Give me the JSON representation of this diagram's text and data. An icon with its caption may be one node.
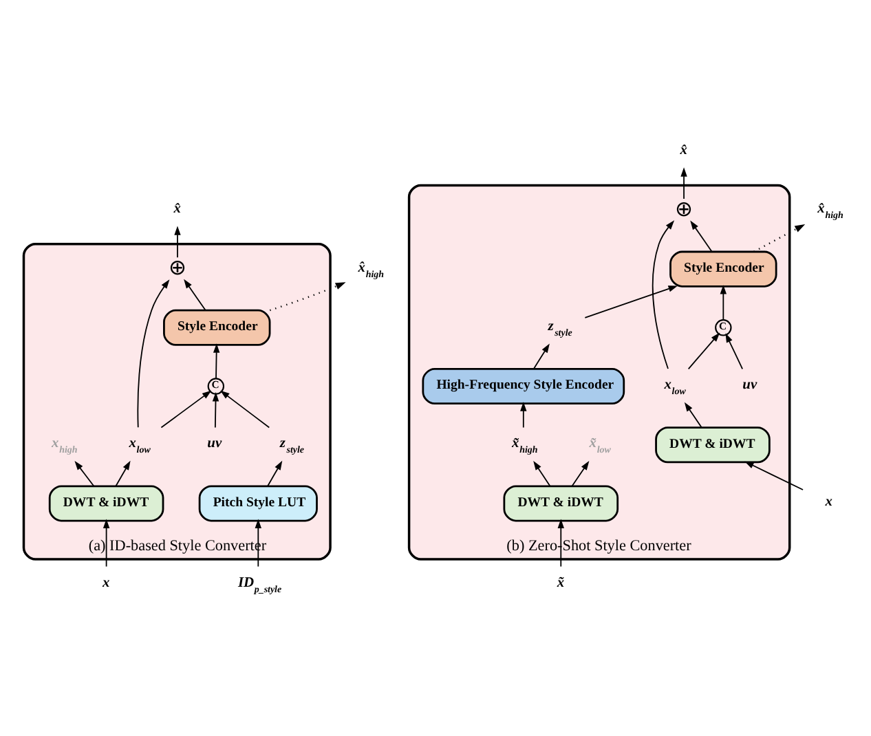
{
  "diagram": {
    "nodes": [
      {
        "text": [
          "(a) ID-based Style Converter"
        ]
      },
      {
        "text": [
          "x̂$_{high}$"
        ]
      },
      {
        "text": [
          "x̂"
        ]
      },
      {
        "text": [
          "⊕"
        ],
        "in": 0
      },
      {
        "text": [
          "Style Encoder"
        ],
        "in": 0
      },
      {
        "text": [
          "C"
        ],
        "in": 0
      },
      {
        "text": [
          "uv"
        ],
        "in": 0
      },
      {
        "text": [
          "x$_{low}$"
        ],
        "in": 0
      },
      {
        "text": [
          "x$_{high}$"
        ],
        "in": 0
      },
      {
        "text": [
          "z$_{style}$"
        ],
        "in": 0
      },
      {
        "text": [
          "DWT & iDWT"
        ],
        "in": 0
      },
      {
        "text": [
          "Pitch Style LUT"
        ],
        "in": 0
      },
      {
        "text": [
          "x"
        ]
      },
      {
        "text": [
          "ID$_{p_style}$"
        ]
      },
      {
        "text": [
          "(b) Zero-Shot Style Converter"
        ]
      },
      {
        "text": [
          "x̂$_{high}$"
        ]
      },
      {
        "text": [
          "x̂"
        ]
      },
      {
        "text": [
          "⊕"
        ],
        "in": 14
      },
      {
        "text": [
          "Style Encoder"
        ],
        "in": 14
      },
      {
        "text": [
          "C"
        ],
        "in": 14
      },
      {
        "text": [
          "uv"
        ],
        "in": 14
      },
      {
        "text": [
          "z$_{style}$"
        ],
        "in": 14
      },
      {
        "text": [
          "High-Frequency Style Encoder"
        ],
        "in": 14
      },
      {
        "text": [
          "x$_{low}$"
        ],
        "in": 14
      },
      {
        "text": [
          "x̃$_{low}$"
        ],
        "in": 14
      },
      {
        "text": [
          "x̃$_{high}$"
        ],
        "in": 14
      },
      {
        "text": [
          "DWT & iDWT"
        ],
        "in": 14
      },
      {
        "text": [
          "DWT & iDWT"
        ],
        "in": 14
      },
      {
        "text": [
          "x"
        ]
      },
      {
        "text": [
          "x̃"
        ]
      }
    ],
    "edges": [
      {
        "from": 12,
        "to": 10,
        "arrow": "to"
      },
      {
        "from": 13,
        "to": 11,
        "arrow": "to"
      },
      {
        "from": 10,
        "to": 7,
        "arrow": "to"
      },
      {
        "from": 10,
        "to": 8,
        "arrow": "to"
      },
      {
        "from": 11,
        "to": 9,
        "arrow": "to"
      },
      {
        "from": 7,
        "to": 3,
        "arrow": "to"
      },
      {
        "from": 7,
        "to": 5,
        "arrow": "to"
      },
      {
        "from": 9,
        "to": 5,
        "arrow": "to"
      },
      {
        "from": 6,
        "to": 5,
        "arrow": "to"
      },
      {
        "from": 5,
        "to": 4,
        "arrow": "to"
      },
      {
        "from": 4,
        "to": 3,
        "arrow": "to"
      },
      {
        "from": 3,
        "to": 2,
        "arrow": "to"
      },
      {
        "from": 4,
        "to": 1,
        "arrow": "to",
        "style": "dashed"
      },
      {
        "from": 28,
        "to": 26,
        "arrow": "to"
      },
      {
        "from": 29,
        "to": 27,
        "arrow": "to"
      },
      {
        "from": 26,
        "to": 23,
        "arrow": "to"
      },
      {
        "from": 27,
        "to": 24,
        "arrow": "to"
      },
      {
        "from": 27,
        "to": 25,
        "arrow": "to"
      },
      {
        "from": 25,
        "to": 22,
        "arrow": "to"
      },
      {
        "from": 22,
        "to": 21,
        "arrow": "to"
      },
      {
        "from": 21,
        "to": 18,
        "arrow": "to"
      },
      {
        "from": 23,
        "to": 17,
        "arrow": "to"
      },
      {
        "from": 23,
        "to": 19,
        "arrow": "to"
      },
      {
        "from": 20,
        "to": 19,
        "arrow": "to"
      },
      {
        "from": 19,
        "to": 18,
        "arrow": "to"
      },
      {
        "from": 18,
        "to": 17,
        "arrow": "to"
      },
      {
        "from": 17,
        "to": 16,
        "arrow": "to"
      },
      {
        "from": 18,
        "to": 15,
        "arrow": "to",
        "style": "dashed"
      }
    ]
  }
}
